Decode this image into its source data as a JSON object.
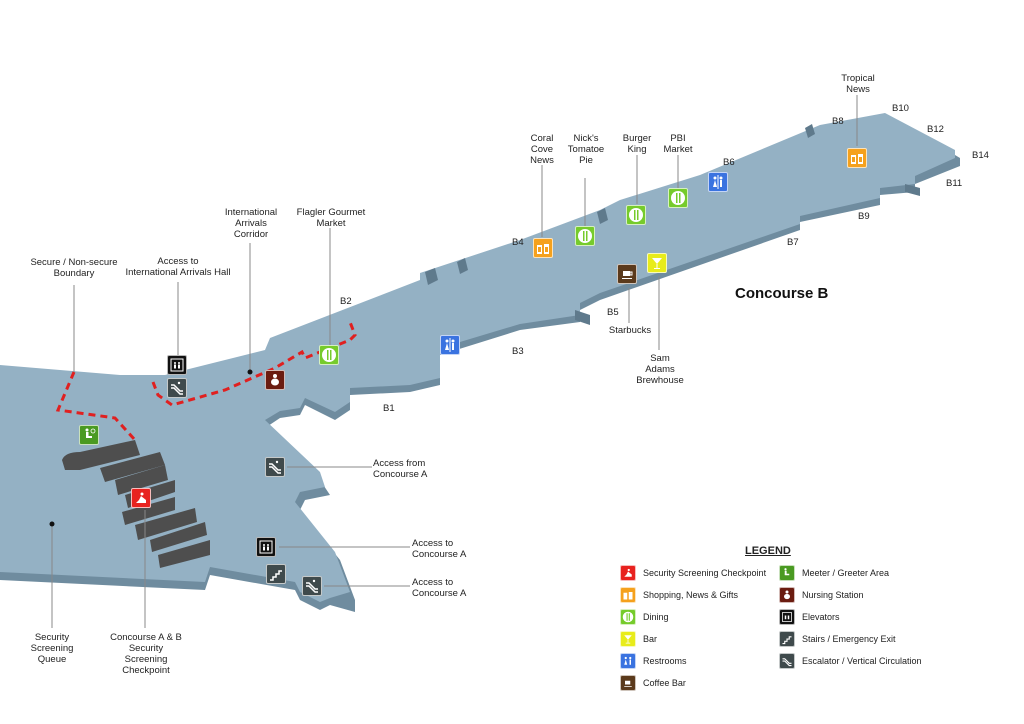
{
  "map": {
    "title": "Concourse B",
    "colors": {
      "floor": "#94b1c4",
      "floor_edge": "#6f8c9f",
      "counter": "#4e4e4e",
      "boundary": "#e02020",
      "security": "#e8221f",
      "shopping": "#f5a11d",
      "dining": "#76cb2c",
      "bar": "#e8ec1b",
      "restrooms": "#3a73e0",
      "coffee": "#5b3a1c",
      "meeter": "#4a9a22",
      "nursing": "#6b1c10",
      "elevator": "#111111",
      "stairs": "#3f4a4c",
      "escalator": "#3f4a4c"
    },
    "gates": [
      "B1",
      "B2",
      "B3",
      "B4",
      "B5",
      "B6",
      "B7",
      "B8",
      "B9",
      "B10",
      "B11",
      "B12",
      "B14"
    ],
    "labels": {
      "tropical_news": "Tropical\nNews",
      "coral_cove_news": "Coral\nCove\nNews",
      "nicks_tomatoe_pie": "Nick's\nTomatoe\nPie",
      "burger_king": "Burger\nKing",
      "pbi_market": "PBI\nMarket",
      "starbucks": "Starbucks",
      "sam_adams": "Sam\nAdams\nBrewhouse",
      "flagler_gourmet": "Flagler Gourmet\nMarket",
      "intl_arrivals_corridor": "International\nArrivals\nCorridor",
      "access_intl_arrivals": "Access to\nInternational Arrivals Hall",
      "secure_boundary": "Secure / Non-secure\nBoundary",
      "access_from_a": "Access from\nConcourse A",
      "access_to_a_1": "Access to\nConcourse A",
      "access_to_a_2": "Access to\nConcourse A",
      "security_queue": "Security\nScreening\nQueue",
      "security_checkpoint": "Concourse A & B\nSecurity\nScreening\nCheckpoint"
    }
  },
  "legend": {
    "title": "LEGEND",
    "items": [
      {
        "icon": "security-icon",
        "label": "Security Screening Checkpoint"
      },
      {
        "icon": "shopping-icon",
        "label": "Shopping, News & Gifts"
      },
      {
        "icon": "dining-icon",
        "label": "Dining"
      },
      {
        "icon": "bar-icon",
        "label": "Bar"
      },
      {
        "icon": "restroom-icon",
        "label": "Restrooms"
      },
      {
        "icon": "coffee-icon",
        "label": "Coffee Bar"
      },
      {
        "icon": "meeter-icon",
        "label": "Meeter / Greeter Area"
      },
      {
        "icon": "nursing-icon",
        "label": "Nursing Station"
      },
      {
        "icon": "elevator-icon",
        "label": "Elevators"
      },
      {
        "icon": "stairs-icon",
        "label": "Stairs / Emergency Exit"
      },
      {
        "icon": "escalator-icon",
        "label": "Escalator / Vertical Circulation"
      }
    ]
  }
}
